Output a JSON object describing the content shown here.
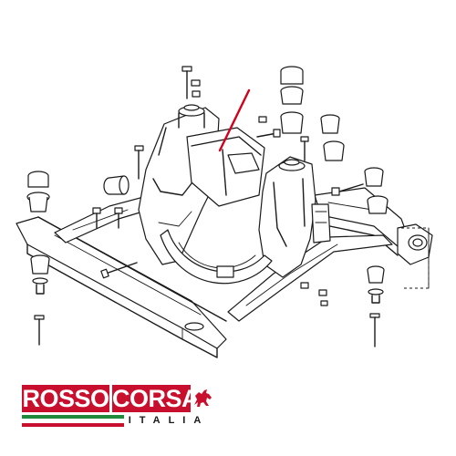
{
  "logo": {
    "word1": "ROSSO",
    "word2": "CORSA",
    "subtitle": "ITALIA",
    "colors": {
      "red": "#c8102e",
      "green": "#1f8a3b",
      "white": "#ffffff"
    },
    "emblem": "prancing-horse-icon"
  },
  "callout": {
    "color": "#d0021b"
  }
}
